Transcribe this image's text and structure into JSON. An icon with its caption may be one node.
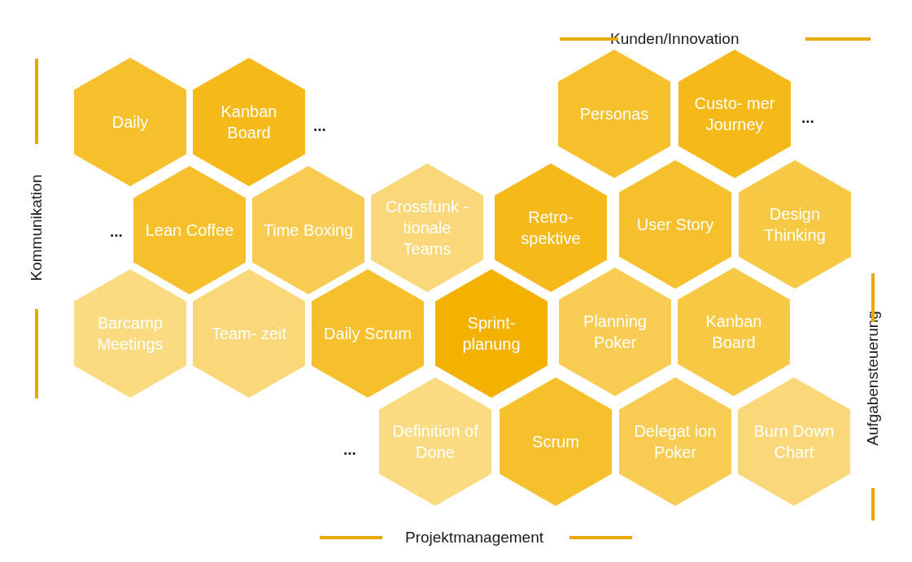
{
  "diagram": {
    "nodes": [
      {
        "text": [
          "Daily"
        ]
      },
      {
        "text": [
          "Kanban Board"
        ]
      },
      {
        "text": [
          "Personas"
        ]
      },
      {
        "text": [
          "Custo- mer Journey"
        ]
      },
      {
        "text": [
          "Lean Coffee"
        ]
      },
      {
        "text": [
          "Time Boxing"
        ]
      },
      {
        "text": [
          "Crossfunk -tionale Teams"
        ]
      },
      {
        "text": [
          "Retro- spektive"
        ]
      },
      {
        "text": [
          "User Story"
        ]
      },
      {
        "text": [
          "Design Thinking"
        ]
      },
      {
        "text": [
          "Barcamp Meetings"
        ]
      },
      {
        "text": [
          "Team- zeit"
        ]
      },
      {
        "text": [
          "Daily Scrum"
        ]
      },
      {
        "text": [
          "Sprint- planung"
        ]
      },
      {
        "text": [
          "Planning Poker"
        ]
      },
      {
        "text": [
          "Kanban Board"
        ]
      },
      {
        "text": [
          "Definition of Done"
        ]
      },
      {
        "text": [
          "Scrum"
        ]
      },
      {
        "text": [
          "Delegat ion Poker"
        ]
      },
      {
        "text": [
          "Burn Down Chart"
        ]
      }
    ],
    "labels": [
      "Kunden/Innovation",
      "...",
      "...",
      "Kommunikation",
      "...",
      "Aufgabensteuerung",
      "...",
      "Projektmanagement"
    ]
  }
}
